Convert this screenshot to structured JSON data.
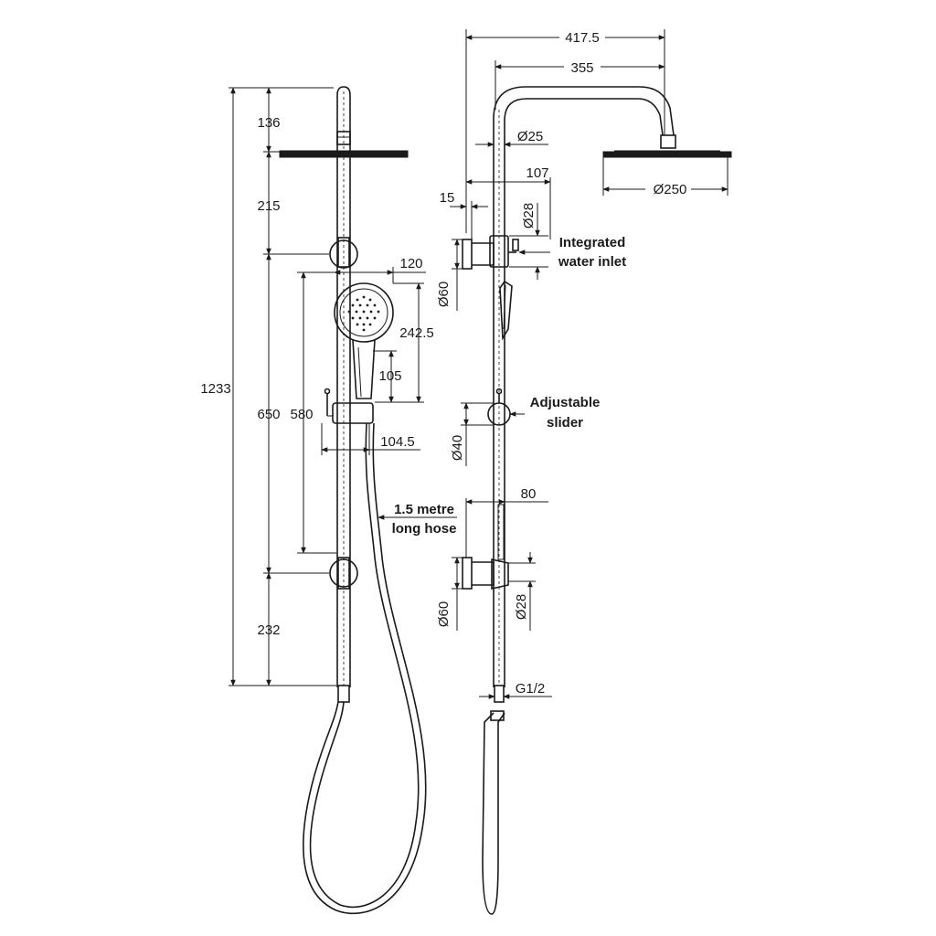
{
  "front_view": {
    "dim_136": "136",
    "dim_215": "215",
    "dim_650": "650",
    "dim_232": "232",
    "dim_1233": "1233",
    "dim_580": "580",
    "dim_120": "120",
    "dim_242_5": "242.5",
    "dim_105": "105",
    "dim_104_5": "104.5",
    "hose_label_line1": "1.5 metre",
    "hose_label_line2": "long hose"
  },
  "side_view": {
    "dim_417_5": "417.5",
    "dim_355": "355",
    "dim_d25": "Ø25",
    "dim_107": "107",
    "dim_15": "15",
    "dim_d28_top": "Ø28",
    "dim_d250": "Ø250",
    "dim_d60_top": "Ø60",
    "dim_d40": "Ø40",
    "dim_80": "80",
    "dim_d60_bottom": "Ø60",
    "dim_d28_bottom": "Ø28",
    "dim_g12": "G1/2",
    "inlet_label_line1": "Integrated",
    "inlet_label_line2": "water inlet",
    "slider_label_line1": "Adjustable",
    "slider_label_line2": "slider"
  }
}
